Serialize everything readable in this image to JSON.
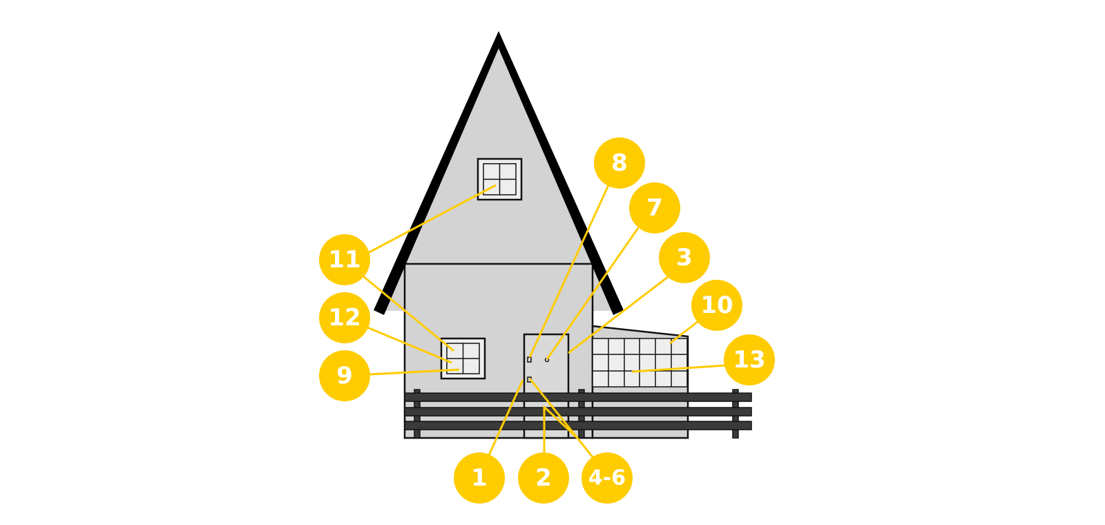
{
  "callouts": {
    "c1": "1",
    "c2": "2",
    "c3": "3",
    "c4_6": "4-6",
    "c7": "7",
    "c8": "8",
    "c9": "9",
    "c10": "10",
    "c11": "11",
    "c12": "12",
    "c13": "13"
  },
  "colors": {
    "callout": "#ffcc00",
    "callout_text": "#ffffff",
    "wall": "#d3d3d3",
    "roof_edge": "#000000",
    "fence": "#3a3a3a"
  }
}
